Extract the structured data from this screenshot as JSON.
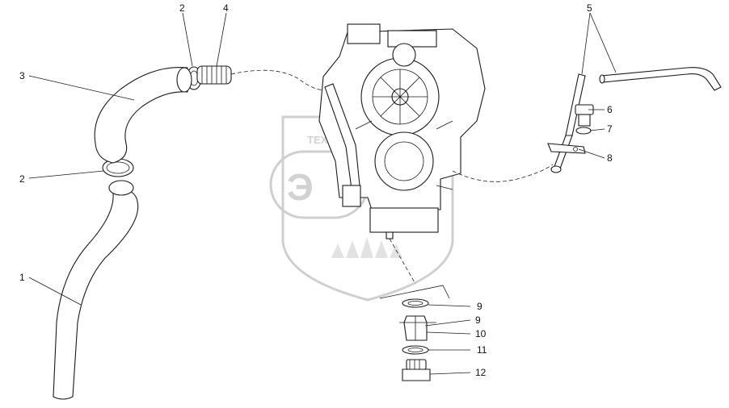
{
  "watermark": {
    "lettering": "ТЕХНОЭКСПОРТ"
  },
  "callouts": [
    {
      "id": "c1",
      "label": "1"
    },
    {
      "id": "c2a",
      "label": "2"
    },
    {
      "id": "c2b",
      "label": "2"
    },
    {
      "id": "c3",
      "label": "3"
    },
    {
      "id": "c4",
      "label": "4"
    },
    {
      "id": "c5",
      "label": "5"
    },
    {
      "id": "c6",
      "label": "6"
    },
    {
      "id": "c7",
      "label": "7"
    },
    {
      "id": "c8",
      "label": "8"
    },
    {
      "id": "c9a",
      "label": "9"
    },
    {
      "id": "c9b",
      "label": "9"
    },
    {
      "id": "c10",
      "label": "10"
    },
    {
      "id": "c11",
      "label": "11"
    },
    {
      "id": "c12",
      "label": "12"
    }
  ]
}
